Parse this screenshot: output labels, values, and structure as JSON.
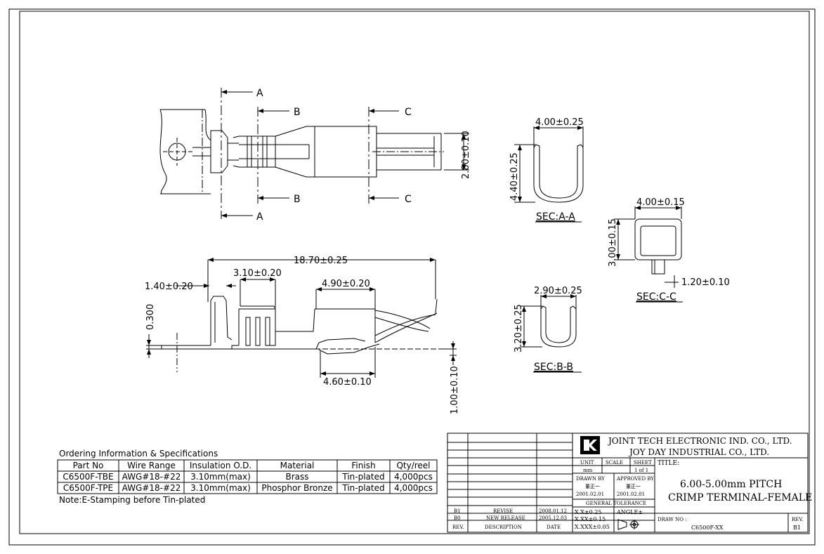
{
  "drawing": {
    "dims": {
      "overall_length": "18.70±0.25",
      "crimp_length": "3.10±0.20",
      "insul_tab_width": "1.40±0.20",
      "thickness": "0.300",
      "spring_length": "4.90±0.20",
      "contact_length": "4.60±0.10",
      "body_height": "2.80±0.10",
      "bottom_offset": "1.00±0.10"
    },
    "section_marks": {
      "a": "A",
      "b": "B",
      "c": "C"
    },
    "sec_aa": {
      "width": "4.00±0.25",
      "height": "4.40±0.25",
      "label": "SEC:A-A"
    },
    "sec_bb": {
      "width": "2.90±0.25",
      "height": "3.20±0.25",
      "label": "SEC:B-B"
    },
    "sec_cc": {
      "width": "4.00±0.15",
      "height": "3.00±0.15",
      "slot": "1.20±0.10",
      "label": "SEC:C-C"
    }
  },
  "ordering": {
    "title": "Ordering Information & Specifications",
    "headers": [
      "Part No",
      "Wire Range",
      "Insulation O.D.",
      "Material",
      "Finish",
      "Qty/reel"
    ],
    "rows": [
      [
        "C6500F-TBE",
        "AWG#18-#22",
        "3.10mm(max)",
        "Brass",
        "Tin-plated",
        "4,000pcs"
      ],
      [
        "C6500F-TPE",
        "AWG#18-#22",
        "3.10mm(max)",
        "Phosphor Bronze",
        "Tin-plated",
        "4,000pcs"
      ]
    ],
    "note": "Note:E-Stamping before Tin-plated"
  },
  "title_block": {
    "company1": "JOINT TECH ELECTRONIC IND. CO., LTD.",
    "company2": "JOY DAY INDUSTRIAL CO., LTD.",
    "unit_label": "UNIT",
    "unit_value": "mm",
    "scale_label": "SCALE",
    "sheet_label": "SHEET",
    "sheet_value": "1 of 1",
    "title_label": "TITLE:",
    "title_line1": "6.00-5.00mm PITCH",
    "title_line2": "CRIMP TERMINAL-FEMALE",
    "drawn_by_label": "DRAWN BY",
    "drawn_by_name": "董正一",
    "drawn_date": "2001.02.01",
    "approved_label": "APPROVED BY",
    "approved_name": "董正一",
    "approved_date": "2001.02.01",
    "tolerance_label": "GENERAL TOLERANCE",
    "tol1": "X.X±0.25",
    "tol2": "X.XX±0.15",
    "tol3": "X.XXX±0.05",
    "angle_label": "ANGLE±",
    "dwg_no_label": "DRAW NO :",
    "dwg_no": "C6500F-XX",
    "rev_label": "REV.",
    "rev_value": "B1",
    "revisions": [
      {
        "rev": "B1",
        "desc": "REVISE",
        "date": "2008.01.12"
      },
      {
        "rev": "B0",
        "desc": "NEW RELEASE",
        "date": "2005.12.03"
      }
    ],
    "rev_header": {
      "rev": "REV.",
      "desc": "DESCRIPTION",
      "date": "DATE"
    }
  }
}
